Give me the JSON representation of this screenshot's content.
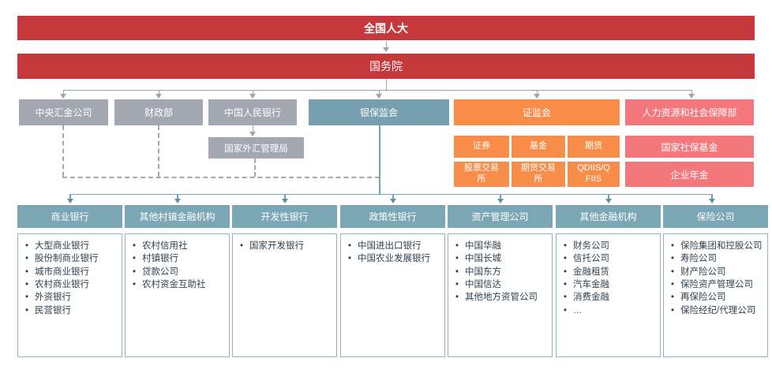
{
  "colors": {
    "red": "#C5393D",
    "gray": "#A2A7B2",
    "teal": "#76A0B0",
    "teal_header": "#7BA6B4",
    "orange": "#F78D49",
    "salmon": "#F4777C",
    "connector_gray": "#9CA2AE",
    "connector_teal": "#74A3B2",
    "panel_border": "#8FB5C0",
    "panel_text": "#31414E"
  },
  "root": {
    "label": "全国人大"
  },
  "state_council": {
    "label": "国务院"
  },
  "regulators": [
    {
      "label": "中央汇金公司"
    },
    {
      "label": "财政部"
    },
    {
      "label": "中国人民银行"
    },
    {
      "label": "银保监会"
    },
    {
      "label": "证监会"
    },
    {
      "label": "人力资源和社会保障部"
    }
  ],
  "safe": {
    "label": "国家外汇管理局"
  },
  "csrc_children_row1": [
    {
      "label": "证券"
    },
    {
      "label": "基金"
    },
    {
      "label": "期货"
    }
  ],
  "csrc_children_row2": [
    {
      "label": "股票交易所"
    },
    {
      "label": "期货交易所"
    },
    {
      "label": "QDIIS/QFIIS"
    }
  ],
  "mohrss_children": [
    {
      "label": "国家社保基金"
    },
    {
      "label": "企业年金"
    }
  ],
  "categories": [
    {
      "label": "商业银行",
      "items": [
        "大型商业银行",
        "股份制商业银行",
        "城市商业银行",
        "农村商业银行",
        "外资银行",
        "民营银行"
      ]
    },
    {
      "label": "其他村镇金融机构",
      "items": [
        "农村信用社",
        "村镇银行",
        "贷款公司",
        "农村资金互助社"
      ]
    },
    {
      "label": "开发性银行",
      "items": [
        "国家开发银行"
      ]
    },
    {
      "label": "政策性银行",
      "items": [
        "中国进出口银行",
        "中国农业发展银行"
      ]
    },
    {
      "label": "资产管理公司",
      "items": [
        "中国华融",
        "中国长城",
        "中国东方",
        "中国信达",
        "其他地方资管公司"
      ]
    },
    {
      "label": "其他金融机构",
      "items": [
        "财务公司",
        "信托公司",
        "金融租赁",
        "汽车金融",
        "消费金融",
        "…"
      ]
    },
    {
      "label": "保险公司",
      "items": [
        "保险集团和控股公司",
        "寿险公司",
        "财产险公司",
        "保险资产管理公司",
        "再保险公司",
        "保险经纪/代理公司"
      ]
    }
  ]
}
